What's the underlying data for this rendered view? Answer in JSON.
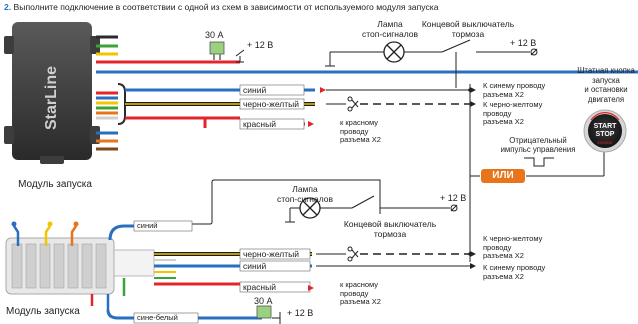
{
  "heading": {
    "step": "2.",
    "text": " Выполните подключение в соответствии с одной из схем в зависимости от используемого модуля запуска"
  },
  "top": {
    "module_label": "Модуль запуска",
    "brand": "StarLine",
    "fuse": "30 А",
    "plus12": "+ 12 В",
    "lamp_label": [
      "Лампа",
      "стоп-сигналов"
    ],
    "switch_label": [
      "Концевой выключатель",
      "тормоза"
    ],
    "plus12_right": "+ 12 В",
    "wire_blue": "синий",
    "wire_black_yellow": "черно-желтый",
    "wire_red": "красный",
    "to_blue": [
      "К синему проводу",
      "разъема X2"
    ],
    "to_black_yellow": [
      "К черно-желтому",
      "проводу",
      "разъема X2"
    ],
    "to_red": [
      "к красному",
      "проводу",
      "разъема X2"
    ]
  },
  "button": {
    "caption": [
      "Штатная кнопка",
      "запуска",
      "и остановки",
      "двигателя"
    ],
    "line1": "START",
    "line2": "STOP",
    "line3": "ENGINE"
  },
  "neg_impulse": [
    "Отрицательный",
    "импульс управления"
  ],
  "or_badge": "ИЛИ",
  "bottom": {
    "module_label": "Модуль запуска",
    "lamp_label": [
      "Лампа",
      "стоп-сигналов"
    ],
    "switch_label": [
      "Концевой выключатель",
      "тормоза"
    ],
    "plus12": "+ 12 В",
    "wire_blue_top": "синий",
    "wire_black_yellow": "черно-желтый",
    "wire_blue": "синий",
    "wire_red": "красный",
    "wire_blue_white": "сине-белый",
    "fuse": "30 А",
    "plus12_fuse": "+ 12 В",
    "to_black_yellow": [
      "К черно-желтому",
      "проводу",
      "разъема X2"
    ],
    "to_blue": [
      "К синему проводу",
      "разъема X2"
    ],
    "to_red": [
      "к красному",
      "проводу",
      "разъема X2"
    ]
  },
  "colors": {
    "blue": "#2a6fbf",
    "red": "#e0262a",
    "yellow": "#f2c500",
    "orange": "#e8741c",
    "green": "#3aa33a",
    "dark": "#2b2b2b",
    "module_gray": "#3a3a3a"
  }
}
